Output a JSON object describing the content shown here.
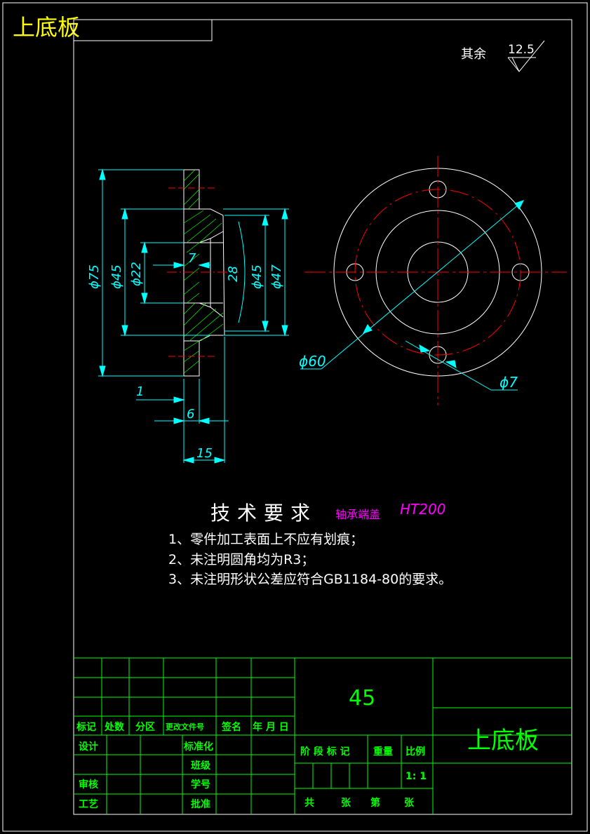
{
  "corner_title": "上底板",
  "roughness": {
    "label": "其余",
    "value": "12.5"
  },
  "dimensions": {
    "d75": "ϕ75",
    "d45a": "ϕ45",
    "d22": "ϕ22",
    "d7": "7",
    "d28": "28",
    "d45b": "ϕ45",
    "d47": "ϕ47",
    "d1": "1",
    "d6": "6",
    "d15": "15",
    "d60": "ϕ60",
    "d7b": "ϕ7"
  },
  "tech": {
    "title": "技术要求",
    "part_name": "轴承端盖",
    "material": "HT200",
    "items": [
      "1、零件加工表面上不应有划痕；",
      "2、未注明圆角均为R3；",
      "3、未注明形状公差应符合GB1184-80的要求。"
    ]
  },
  "title_block": {
    "material_value": "45",
    "part_title": "上底板",
    "header": [
      "标记",
      "处数",
      "分区",
      "更改文件号",
      "签名",
      "年 月 日"
    ],
    "left_rows": [
      "设计",
      "审核",
      "工艺"
    ],
    "mid_rows": [
      "标准化",
      "班级",
      "学号",
      "批准"
    ],
    "stage": "阶 段 标 记",
    "weight": "重量",
    "scale_label": "比例",
    "scale": "1: 1",
    "sheets": [
      "共",
      "张",
      "第",
      "张"
    ]
  },
  "colors": {
    "outline": "#ffffff",
    "dimension": "#00ffff",
    "center": "#ff0000",
    "hatch": "#00ff00",
    "title_block": "#00ff00"
  }
}
